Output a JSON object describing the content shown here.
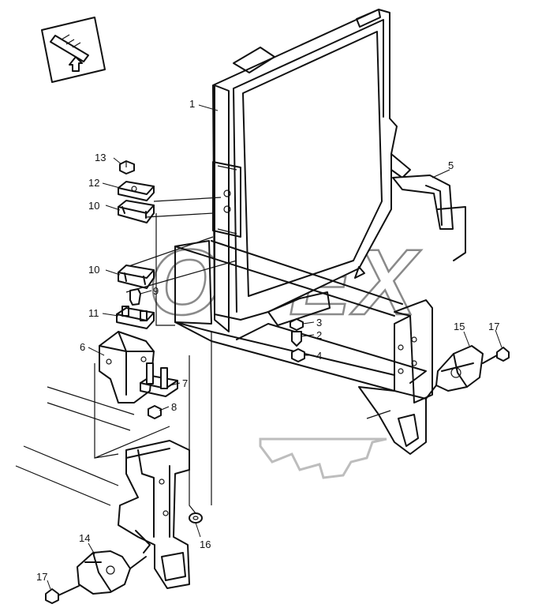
{
  "watermark": {
    "text": "OPEX"
  },
  "callouts": [
    {
      "id": "1",
      "label": "1"
    },
    {
      "id": "2",
      "label": "2"
    },
    {
      "id": "3",
      "label": "3"
    },
    {
      "id": "4",
      "label": "4"
    },
    {
      "id": "5",
      "label": "5"
    },
    {
      "id": "6",
      "label": "6"
    },
    {
      "id": "7",
      "label": "7"
    },
    {
      "id": "8",
      "label": "8"
    },
    {
      "id": "9",
      "label": "9"
    },
    {
      "id": "10a",
      "label": "10"
    },
    {
      "id": "10b",
      "label": "10"
    },
    {
      "id": "11",
      "label": "11"
    },
    {
      "id": "12",
      "label": "12"
    },
    {
      "id": "13",
      "label": "13"
    },
    {
      "id": "14",
      "label": "14"
    },
    {
      "id": "15",
      "label": "15"
    },
    {
      "id": "16",
      "label": "16"
    },
    {
      "id": "17a",
      "label": "17"
    },
    {
      "id": "17b",
      "label": "17"
    }
  ],
  "icons": {
    "orientation": "direction-arrow-icon"
  }
}
